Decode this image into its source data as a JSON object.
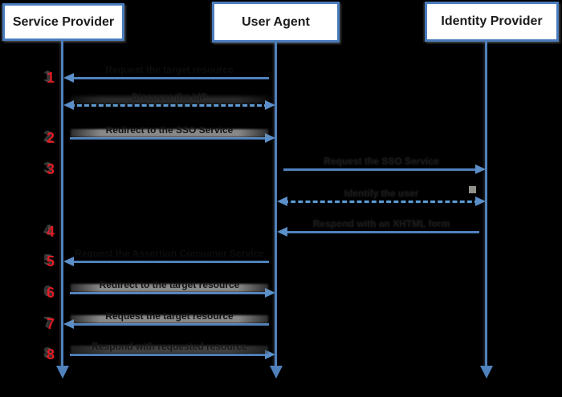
{
  "diagram": {
    "type": "sequence",
    "actors": [
      {
        "name": "Service Provider"
      },
      {
        "name": "User Agent"
      },
      {
        "name": "Identity Provider"
      }
    ],
    "messages": [
      {
        "step": "1",
        "label": "Request the target resource",
        "from": "User Agent",
        "to": "Service Provider",
        "line": "solid",
        "direction": "left"
      },
      {
        "step": "",
        "label": "Discover the IdP",
        "from": "Service Provider",
        "to": "User Agent",
        "line": "dashed",
        "direction": "both"
      },
      {
        "step": "2",
        "label": "Redirect to the SSO Service",
        "from": "Service Provider",
        "to": "User Agent",
        "line": "solid",
        "direction": "right"
      },
      {
        "step": "3",
        "label": "Request the SSO Service",
        "from": "User Agent",
        "to": "Identity Provider",
        "line": "solid",
        "direction": "right"
      },
      {
        "step": "",
        "label": "Identify the user",
        "from": "User Agent",
        "to": "Identity Provider",
        "line": "dashed",
        "direction": "both"
      },
      {
        "step": "4",
        "label": "Respond with an XHTML form",
        "from": "Identity Provider",
        "to": "User Agent",
        "line": "solid",
        "direction": "left"
      },
      {
        "step": "5",
        "label": "Request the Assertion Consumer Service",
        "from": "User Agent",
        "to": "Service Provider",
        "line": "solid",
        "direction": "left"
      },
      {
        "step": "6",
        "label": "Redirect to the target resource",
        "from": "Service Provider",
        "to": "User Agent",
        "line": "solid",
        "direction": "right"
      },
      {
        "step": "7",
        "label": "Request the target resource",
        "from": "User Agent",
        "to": "Service Provider",
        "line": "solid",
        "direction": "left"
      },
      {
        "step": "8",
        "label": "Respond with requested resource",
        "from": "Service Provider",
        "to": "User Agent",
        "line": "solid",
        "direction": "right"
      }
    ],
    "colors": {
      "background": "#000000",
      "line_blue": "#4f81bd",
      "arrowhead_blue": "#5b9bd5",
      "box_border": "#4a7cbd",
      "box_background": "#ffffff",
      "box_text": "#1b1b1b",
      "step_number_red": "#e01b24",
      "highlight_band_gray": "#a0a0a0"
    }
  }
}
